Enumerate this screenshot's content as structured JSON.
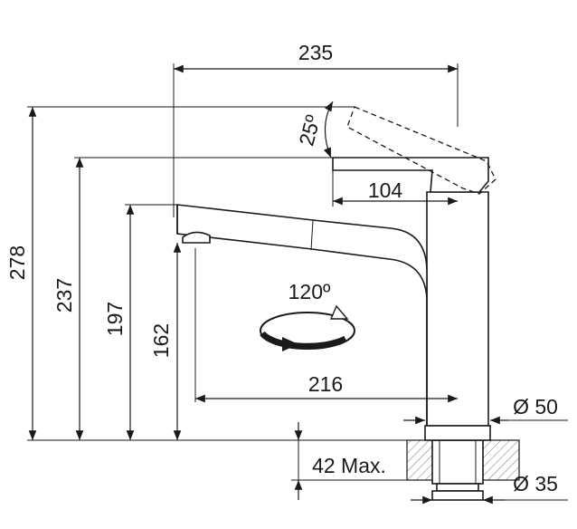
{
  "dimensions": {
    "width_total": "235",
    "lever_angle": "25º",
    "lever_length": "104",
    "rotation_angle": "120º",
    "spout_reach": "216",
    "height_total": "278",
    "height_lever": "237",
    "height_spout_top": "197",
    "height_outlet": "162",
    "base_diameter": "Ø 50",
    "thread_diameter": "Ø 35",
    "max_counter_thickness": "42 Max."
  }
}
